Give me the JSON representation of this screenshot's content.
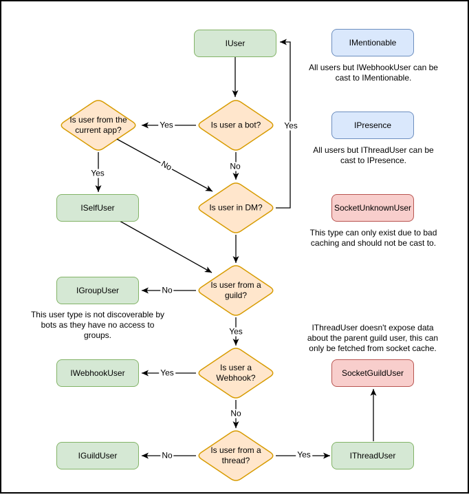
{
  "colors": {
    "background": "#ffffff",
    "frame_border": "#000000",
    "interface_fill": "#d5e8d4",
    "interface_stroke": "#82b366",
    "decision_fill": "#ffe6cc",
    "decision_stroke": "#d79b00",
    "castable_fill": "#dae8fc",
    "castable_stroke": "#6c8ebf",
    "socket_fill": "#f8cecc",
    "socket_stroke": "#b85450",
    "edge_color": "#000000"
  },
  "nodes": {
    "iuser": "IUser",
    "imentionable": "IMentionable",
    "ipresence": "IPresence",
    "socket_unknown_user": "SocketUnknownUser",
    "iself_user": "ISelfUser",
    "igroup_user": "IGroupUser",
    "iwebhook_user": "IWebhookUser",
    "iguild_user": "IGuildUser",
    "socket_guild_user": "SocketGuildUser",
    "ithread_user": "IThreadUser"
  },
  "decisions": {
    "current_app": {
      "lines": [
        "Is user from the",
        "current app?"
      ]
    },
    "bot": {
      "lines": [
        "Is user a bot?"
      ]
    },
    "dm": {
      "lines": [
        "Is user in DM?"
      ]
    },
    "guild": {
      "lines": [
        "Is user from a",
        "guild?"
      ]
    },
    "webhook": {
      "lines": [
        "Is user a",
        "Webhook?"
      ]
    },
    "thread": {
      "lines": [
        "Is user from a",
        "thread?"
      ]
    }
  },
  "edge_labels": {
    "bot_to_current_app": "Yes",
    "bot_to_dm": "No",
    "current_app_to_iself": "Yes",
    "current_app_to_dm": "No",
    "dm_to_iuser": "Yes",
    "guild_to_igroup": "No",
    "guild_to_webhook": "Yes",
    "webhook_to_iwebhook": "Yes",
    "webhook_to_thread": "No",
    "thread_to_iguild": "No",
    "thread_to_ithread": "Yes"
  },
  "annotations": {
    "imentionable_note": {
      "lines": [
        "All users but IWebhookUser can be",
        "cast to IMentionable."
      ]
    },
    "ipresence_note": {
      "lines": [
        "All users but IThreadUser can be",
        "cast to IPresence."
      ]
    },
    "socket_unknown_note": {
      "lines": [
        "This type can only exist due to bad",
        "caching and should not be cast to."
      ]
    },
    "igroup_note": {
      "lines": [
        "This user type is not discoverable by",
        "bots as they have no access to",
        "groups."
      ]
    },
    "ithread_note": {
      "lines": [
        "IThreadUser doesn't expose data",
        "about the parent guild user, this can",
        "only be fetched from socket cache."
      ]
    }
  }
}
